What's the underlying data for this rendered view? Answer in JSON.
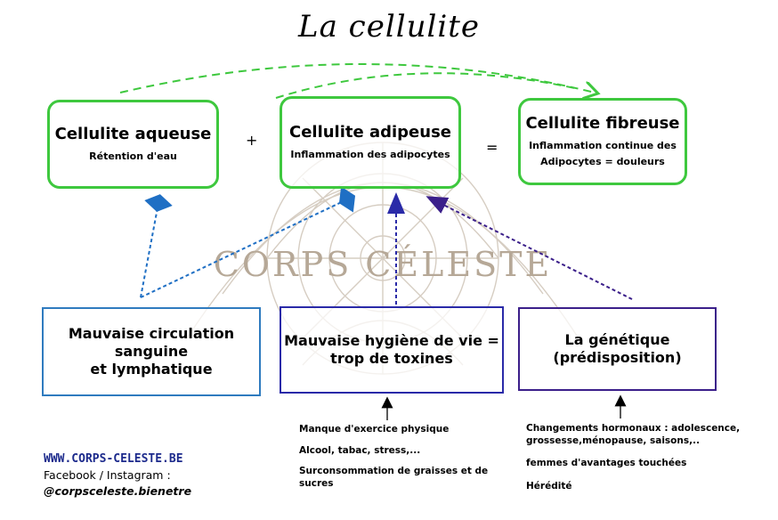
{
  "title": "La cellulite",
  "watermark_text": "CORPS CÉLESTE",
  "types": [
    {
      "name": "Cellulite aqueuse",
      "desc": [
        "Rétention d'eau"
      ]
    },
    {
      "name": "Cellulite adipeuse",
      "desc": [
        "Inflammation des adipocytes"
      ]
    },
    {
      "name": "Cellulite fibreuse",
      "desc": [
        "Inflammation continue des",
        "Adipocytes = douleurs"
      ]
    }
  ],
  "operators": {
    "plus": "+",
    "equals": "="
  },
  "causes": [
    {
      "lines": [
        "Mauvaise circulation",
        "sanguine",
        "et lymphatique"
      ],
      "color": "#2f7bbf"
    },
    {
      "lines": [
        "Mauvaise hygiène de vie =",
        "trop de toxines"
      ],
      "color": "#2a2aa8"
    },
    {
      "lines": [
        "La génétique",
        "(prédisposition)"
      ],
      "color": "#3b1f8a"
    }
  ],
  "lifestyle_factors": [
    "Manque d'exercice physique",
    "Alcool, tabac, stress,...",
    "Surconsommation de graisses et de",
    "sucres"
  ],
  "genetic_factors": [
    "Changements hormonaux : adolescence,",
    "grossesse,ménopause, saisons,..",
    "femmes d'avantages touchées",
    "Hérédité"
  ],
  "footer": {
    "website": "WWW.CORPS-CELESTE.BE",
    "social_line1": "Facebook / Instagram :",
    "social_handle": "@corpsceleste.bienetre"
  },
  "colors": {
    "green": "#3ec83e",
    "blue": "#1f6fc4",
    "navy": "#2a2aa8",
    "purple": "#3b1f8a",
    "watermark": "#b6a897"
  }
}
